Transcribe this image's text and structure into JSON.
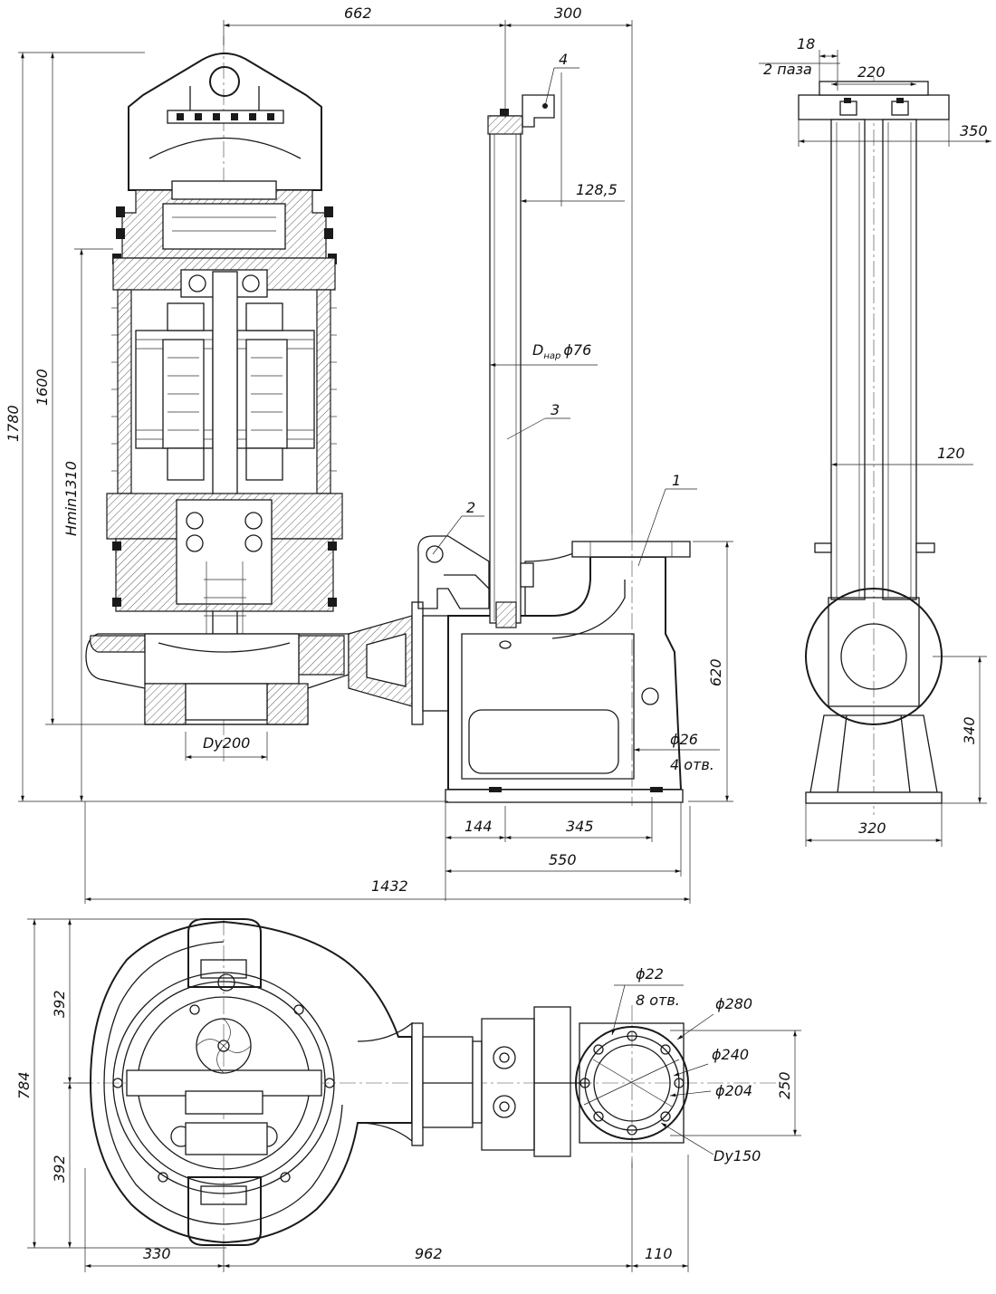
{
  "dimensions": {
    "d662": "662",
    "d300": "300",
    "d1780": "1780",
    "d1600": "1600",
    "hmin": "Hmin1310",
    "d128": "128,5",
    "dnar_sym": "D",
    "dnar_sub": "нар",
    "dnar_val": "ϕ76",
    "dy200": "Dy200",
    "d620": "620",
    "d26": "ϕ26",
    "holes4": "4 отв.",
    "d144": "144",
    "d345": "345",
    "d550": "550",
    "d1432": "1432",
    "d18": "18",
    "slots": "2 паза",
    "d220": "220",
    "d350": "350",
    "d120": "120",
    "d340": "340",
    "d320": "320",
    "d784": "784",
    "d392a": "392",
    "d392b": "392",
    "d22": "ϕ22",
    "holes8": "8 отв.",
    "d280": "ϕ280",
    "d240": "ϕ240",
    "d204": "ϕ204",
    "d250": "250",
    "dy150": "Dy150",
    "d330": "330",
    "d962": "962",
    "d110": "110"
  },
  "callouts": {
    "c1": "1",
    "c2": "2",
    "c3": "3",
    "c4": "4"
  }
}
